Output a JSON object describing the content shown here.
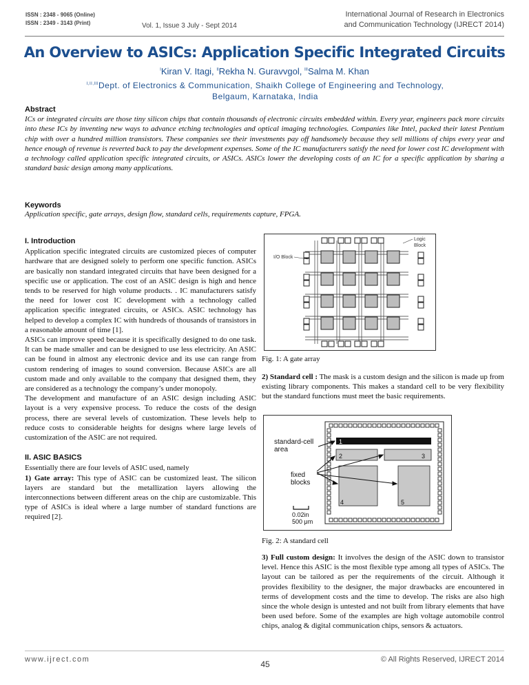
{
  "header": {
    "issn_online": "ISSN : 2348 - 9065 (Online)",
    "issn_print": "ISSN : 2349 - 3143 (Print)",
    "volume": "Vol. 1, Issue 3   July - Sept 2014",
    "journal_line1": "International Journal of Research in Electronics",
    "journal_line2": "and Communication Technology (IJRECT 2014)"
  },
  "title": "An Overview to ASICs: Application Specific Integrated Circuits",
  "authors": [
    {
      "sup": "I",
      "name": "Kiran V. Itagi,"
    },
    {
      "sup": "II",
      "name": "Rekha N. Guravvgol,"
    },
    {
      "sup": "III",
      "name": "Salma M. Khan"
    }
  ],
  "affiliation": {
    "sup": "I,II,III",
    "line1": "Dept. of Electronics & Communication, Shaikh College of Engineering and Technology,",
    "line2": "Belgaum, Karnataka, India"
  },
  "abstract": {
    "heading": "Abstract",
    "text": "ICs or integrated circuits are those tiny silicon chips that contain thousands of electronic circuits embedded within. Every year, engineers pack more circuits into these ICs by inventing new ways to advance etching technologies and optical imaging technologies. Companies like Intel, packed their latest Pentium chip with over a hundred million transistors. These companies see their investments pay off handsomely because they sell millions of chips every year and hence enough of revenue is reverted back to pay the development expenses. Some of the IC manufacturers satisfy the need for lower cost IC development with a technology called application specific integrated circuits, or ASICs. ASICs lower the developing costs of an IC for a specific application by sharing a standard basic design among many applications."
  },
  "keywords": {
    "heading": "Keywords",
    "text": "Application specific, gate arrays, design flow, standard cells, requirements capture, FPGA."
  },
  "intro": {
    "heading": "I. Introduction",
    "p1": "Application specific integrated circuits are customized pieces of computer hardware that are designed solely to perform one specific function. ASICs are basically non standard integrated circuits that have been designed for a specific use or application. The cost of an ASIC design is high and hence tends to be reserved for high volume products. . IC manufacturers satisfy the need for lower cost IC development with a technology called application specific integrated circuits, or ASICs. ASIC technology has helped to develop a complex IC with hundreds of thousands of transistors in a reasonable amount of time [1].",
    "p2": "ASICs can improve speed because it is specifically designed to do one task. It can be made smaller and can be designed to use less electricity. An ASIC can be found in almost any electronic device and its use can range from custom rendering of images to sound conversion. Because ASICs are all custom made and only available to the company that designed them, they are considered as a technology the company’s under monopoly.",
    "p3": "The development and manufacture of an ASIC design including ASIC layout is a very expensive process. To reduce the costs of the design process, there are several levels of customization. These levels help to reduce costs to considerable heights for designs where large levels of customization of the ASIC are not required."
  },
  "basics": {
    "heading": "II. ASIC BASICS",
    "intro": "Essentially there are four levels of ASIC used, namely",
    "gate_label": "1) Gate array:",
    "gate_text": " This type of ASIC can be customized least. The silicon layers are standard but the metallization layers allowing the interconnections between different areas on the chip are customizable. This type of ASICs is ideal where a large number of standard functions are required [2]."
  },
  "fig1": {
    "caption": "Fig. 1: A gate array",
    "label_logic": "Logic",
    "label_block": "Block",
    "label_io": "I/O Block"
  },
  "standard_cell": {
    "label": "2) Standard cell :",
    "text": " The mask is a custom design and the silicon is made up from existing library components. This makes a standard cell to be very flexibility but the standard functions must meet the basic requirements."
  },
  "fig2": {
    "caption": "Fig. 2: A standard cell",
    "label_std1": "standard-cell",
    "label_std2": "area",
    "label_fixed1": "fixed",
    "label_fixed2": "blocks",
    "n1": "1",
    "n2": "2",
    "n3": "3",
    "n4": "4",
    "n5": "5",
    "scale1": "0.02in",
    "scale2": "500 μm"
  },
  "full_custom": {
    "label": "3) Full custom design:",
    "text": " It involves the design of the ASIC down to transistor level. Hence this ASIC is the most flexible type among all types of ASICs. The layout can be tailored as per the requirements of the circuit. Although it provides flexibility to the designer, the major drawbacks are encountered in terms of development costs and the time to develop. The risks are also high since the whole design is untested and not built from library elements that have been used before. Some of the examples are high voltage automobile control chips, analog & digital communication chips, sensors & actuators."
  },
  "footer": {
    "url": "www.ijrect.com",
    "page": "45",
    "copyright": "© All Rights Reserved, IJRECT 2014"
  }
}
